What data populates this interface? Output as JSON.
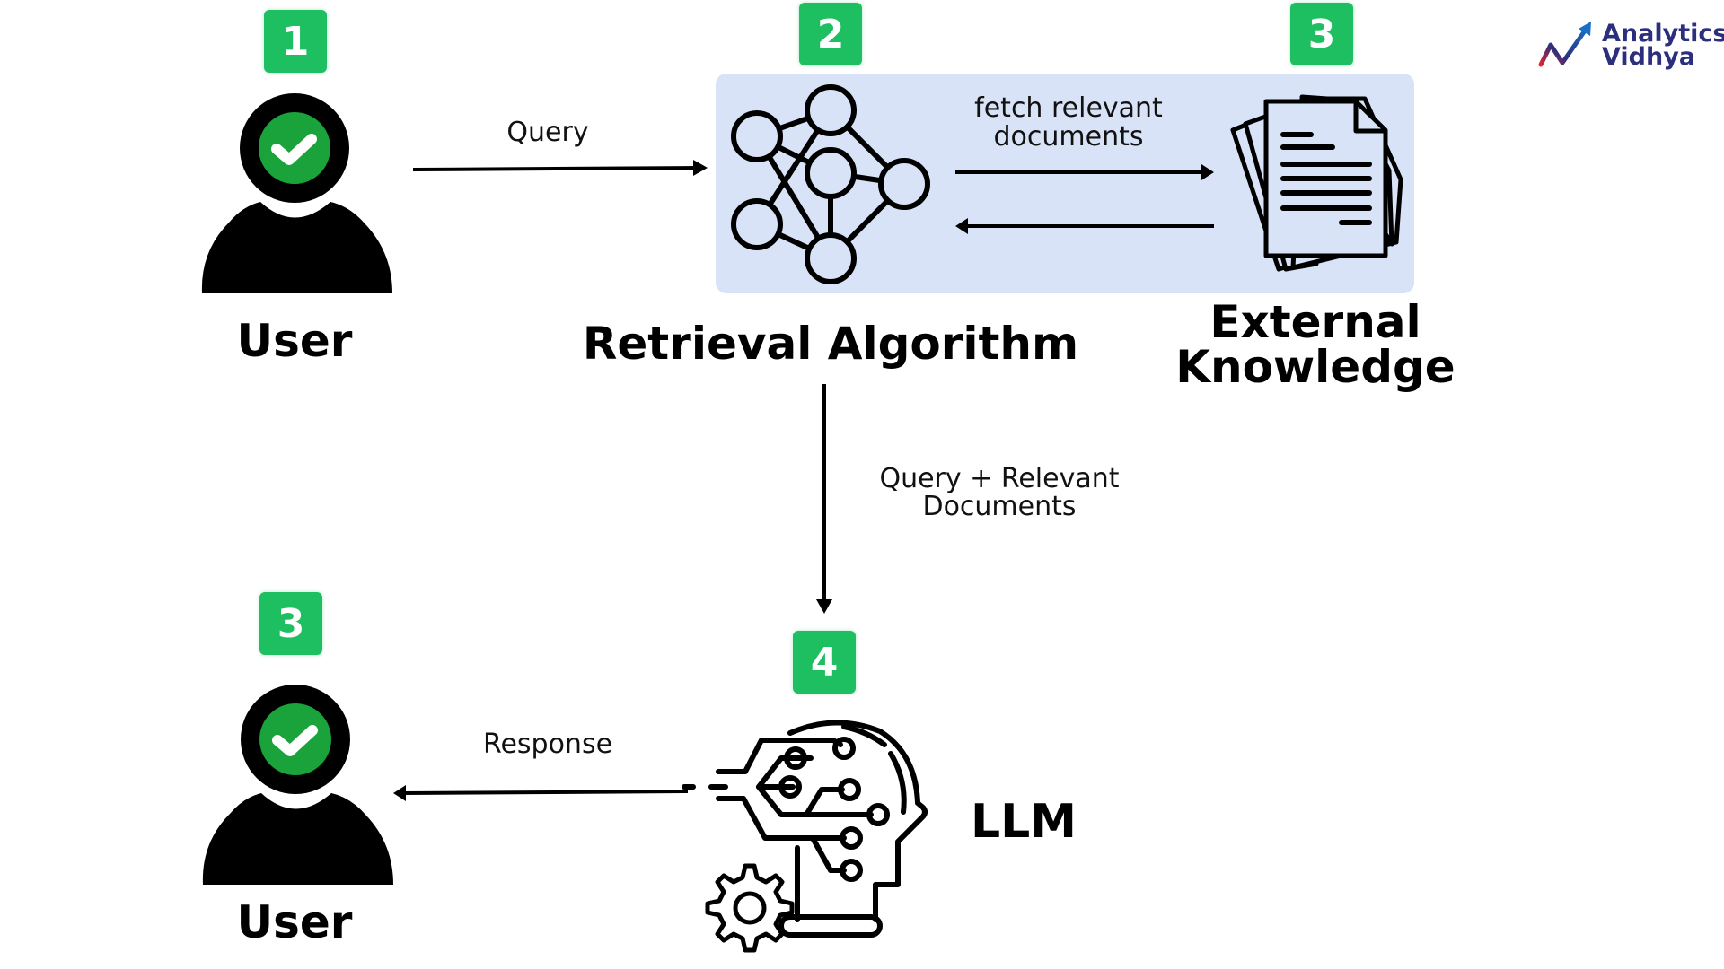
{
  "colors": {
    "badge": "#1dbf60",
    "panel": "#d9e3f7",
    "check_green": "#1aa33a",
    "logo_text": "#2b2f7e",
    "logo_red": "#e0262e",
    "logo_blue": "#1a6fc4"
  },
  "logo": {
    "line1": "Analytics",
    "line2": "Vidhya",
    "icon": "trend-arrow-icon"
  },
  "nodes": {
    "user_top": {
      "badge": "1",
      "label": "User",
      "icon": "user-check-icon"
    },
    "retrieval": {
      "badge": "2",
      "label": "Retrieval Algorithm",
      "icon": "neural-network-icon"
    },
    "knowledge": {
      "badge": "3",
      "label_line1": "External",
      "label_line2": "Knowledge",
      "icon": "documents-icon"
    },
    "llm": {
      "badge": "4",
      "label": "LLM",
      "icon": "ai-head-icon"
    },
    "user_bottom": {
      "badge": "3",
      "label": "User",
      "icon": "user-check-icon"
    }
  },
  "edges": {
    "query": "Query",
    "fetch_line1": "fetch relevant",
    "fetch_line2": "documents",
    "query_docs_line1": "Query + Relevant",
    "query_docs_line2": "Documents",
    "response": "Response"
  }
}
